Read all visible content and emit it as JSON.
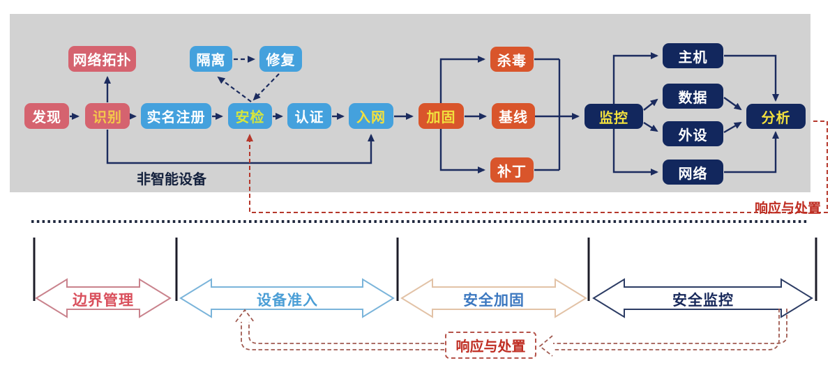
{
  "colors": {
    "rose": "#d5636f",
    "blue": "#44a1dd",
    "orange": "#d9552b",
    "navy": "#12275d",
    "white": "#ffffff",
    "gold": "#f4c84b",
    "yellow": "#f2e03e",
    "green_yellow": "#d6e63d",
    "line_navy": "#1b2b5e",
    "red_dash": "#b5372b",
    "red_label": "#bf2d22",
    "pipe_red": "#a05a50",
    "separator": "#20283e",
    "bar": "#1c1c28",
    "gray_band": "#d2d2d2",
    "nonsmart_text": "#14213d",
    "boundary_border": "#c9828c",
    "boundary_text": "#d94f5c",
    "access_border": "#7ab4da",
    "access_text": "#4a9ed6",
    "harden_border": "#e2c2a6",
    "harden_text": "#3c78c0",
    "monitor_border": "#2c3c64",
    "monitor_text": "#17285a"
  },
  "nodes": {
    "discover": {
      "label": "发现"
    },
    "identify": {
      "label": "识别"
    },
    "register": {
      "label": "实名注册"
    },
    "topology": {
      "label": "网络拓扑"
    },
    "isolate": {
      "label": "隔离"
    },
    "repair": {
      "label": "修复"
    },
    "inspect": {
      "label": "安检"
    },
    "authenticate": {
      "label": "认证"
    },
    "access": {
      "label": "入网"
    },
    "harden": {
      "label": "加固"
    },
    "antivirus": {
      "label": "杀毒"
    },
    "baseline": {
      "label": "基线"
    },
    "patch": {
      "label": "补丁"
    },
    "monitor": {
      "label": "监控"
    },
    "host": {
      "label": "主机"
    },
    "data": {
      "label": "数据"
    },
    "peripheral": {
      "label": "外设"
    },
    "network": {
      "label": "网络"
    },
    "analyze": {
      "label": "分析"
    }
  },
  "labels": {
    "non_smart_device": "非智能设备",
    "response_top": "响应与处置",
    "response_bottom": "响应与处置"
  },
  "phases": {
    "boundary": {
      "label": "边界管理"
    },
    "access": {
      "label": "设备准入"
    },
    "harden": {
      "label": "安全加固"
    },
    "monitor": {
      "label": "安全监控"
    }
  }
}
